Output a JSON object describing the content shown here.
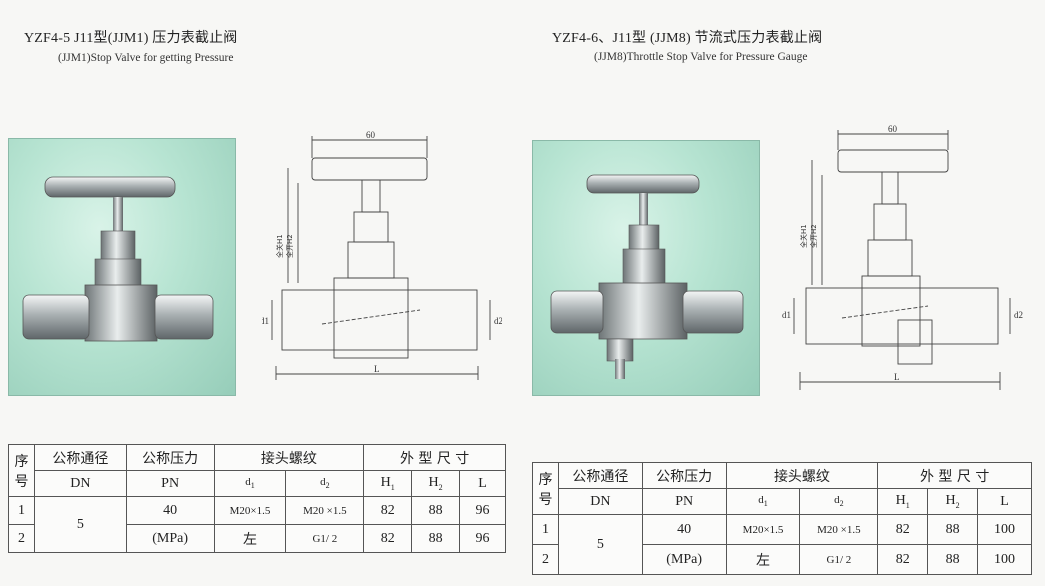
{
  "left": {
    "title_cn": "YZF4-5 J11型(JJM1) 压力表截止阀",
    "title_en": "(JJM1)Stop Valve for getting Pressure",
    "dim_top": "60",
    "dim_d1": "d1",
    "dim_d2": "d2",
    "dim_L": "L",
    "dim_h1": "全关H1",
    "dim_h2": "全开H2"
  },
  "right": {
    "title_cn": "YZF4-6、J11型 (JJM8) 节流式压力表截止阀",
    "title_en": "(JJM8)Throttle Stop Valve for Pressure Gauge",
    "dim_top": "60",
    "dim_d1": "d1",
    "dim_d2": "d2",
    "dim_L": "L",
    "dim_h1": "全关H1",
    "dim_h2": "全开H2"
  },
  "table_header": {
    "seq_top": "序",
    "seq_bottom": "号",
    "dn_cn": "公称通径",
    "pn_cn": "公称压力",
    "thread_cn": "接头螺纹",
    "shape_cn": "外 型 尺 寸",
    "dn": "DN",
    "pn": "PN",
    "d1": "d",
    "d1_sub": "1",
    "d2": "d",
    "d2_sub": "2",
    "h1": "H",
    "h1_sub": "1",
    "h2": "H",
    "h2_sub": "2",
    "L": "L"
  },
  "left_table": {
    "dn": "5",
    "pn_top": "40",
    "pn_bottom": "(MPa)",
    "rows": [
      {
        "no": "1",
        "d1": "M20×1.5",
        "d2": "M20 ×1.5",
        "h1": "82",
        "h2": "88",
        "L": "96"
      },
      {
        "no": "2",
        "d1": "左",
        "d2": "G1/ 2",
        "h1": "82",
        "h2": "88",
        "L": "96"
      }
    ]
  },
  "right_table": {
    "dn": "5",
    "pn_top": "40",
    "pn_bottom": "(MPa)",
    "rows": [
      {
        "no": "1",
        "d1": "M20×1.5",
        "d2": "M20 ×1.5",
        "h1": "82",
        "h2": "88",
        "L": "100"
      },
      {
        "no": "2",
        "d1": "左",
        "d2": "G1/ 2",
        "h1": "82",
        "h2": "88",
        "L": "100"
      }
    ]
  }
}
